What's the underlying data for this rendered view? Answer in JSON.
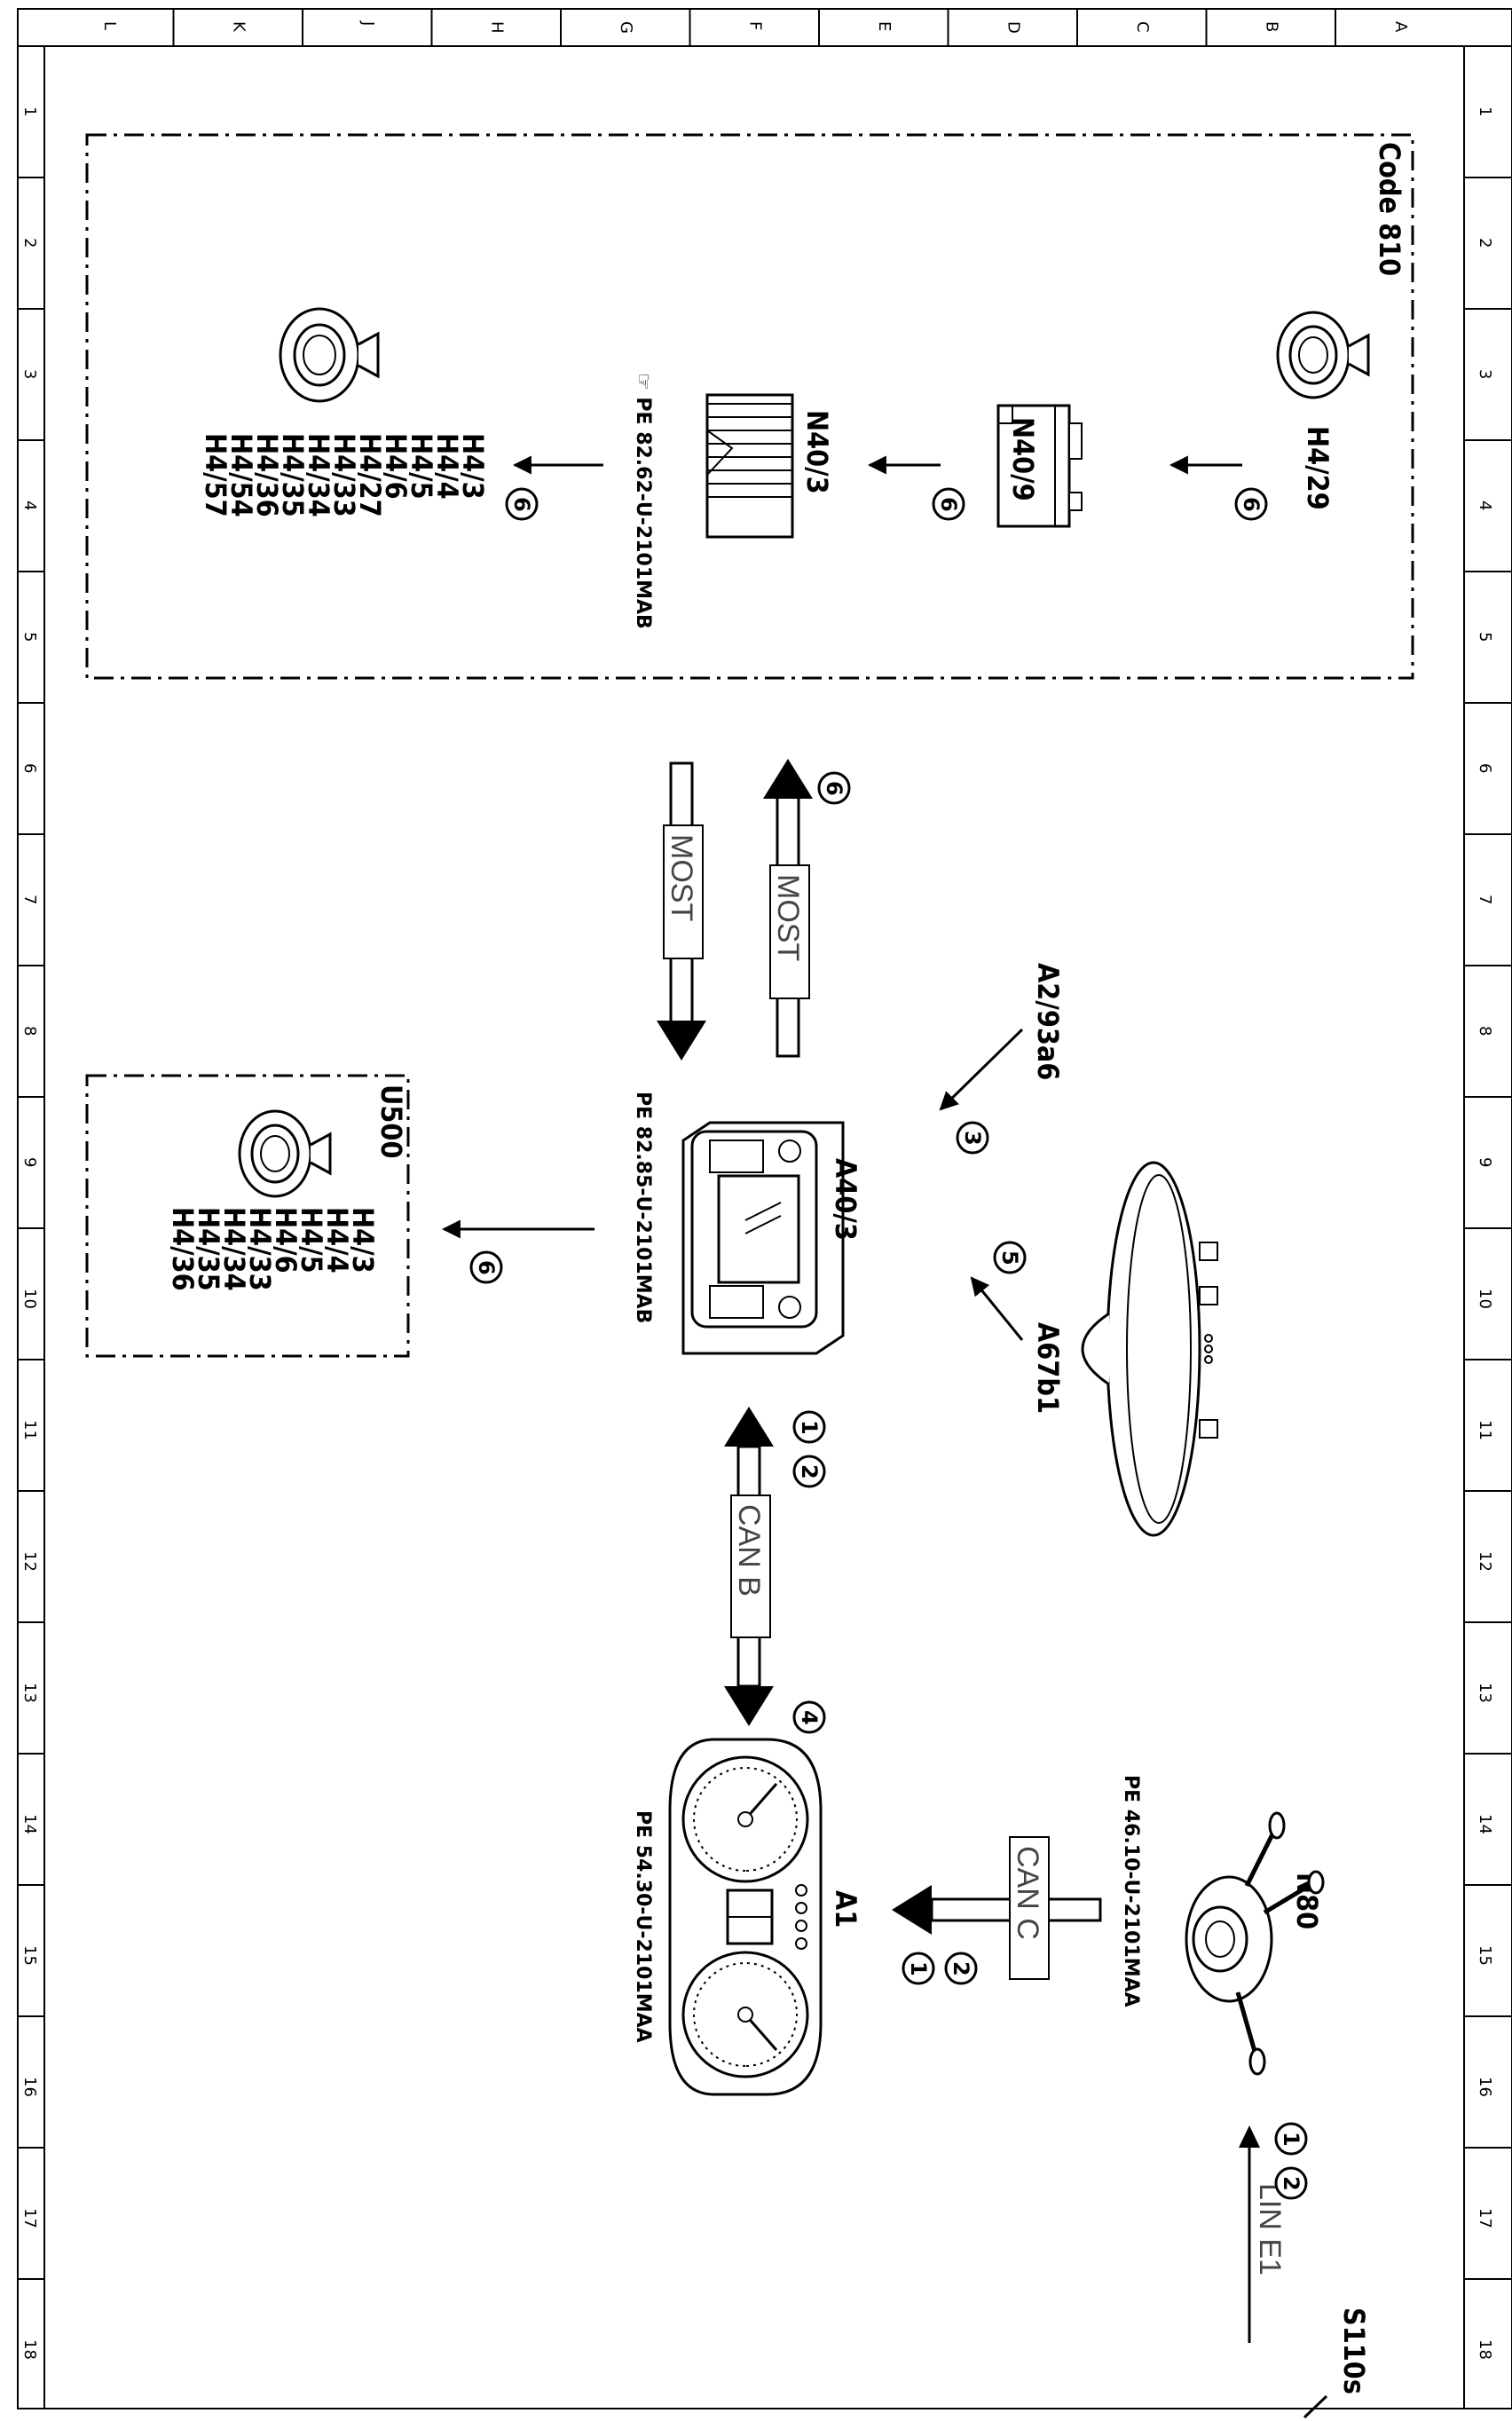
{
  "frame": {
    "col_letters": [
      "L",
      "K",
      "J",
      "H",
      "G",
      "F",
      "E",
      "D",
      "C",
      "B",
      "A"
    ],
    "row_numbers": [
      "1",
      "2",
      "3",
      "4",
      "5",
      "6",
      "7",
      "8",
      "9",
      "10",
      "11",
      "12",
      "13",
      "14",
      "15",
      "16",
      "17",
      "18"
    ]
  },
  "code_box": {
    "title": "Code 810",
    "h4_29": "H4/29",
    "n40_9": "N40/9",
    "n40_3": "N40/3",
    "ref": "PE 82.62-U-2101MAB",
    "speakers": [
      "H4/3",
      "H4/4",
      "H4/5",
      "H4/6",
      "H4/27",
      "H4/33",
      "H4/34",
      "H4/35",
      "H4/36",
      "H4/54",
      "H4/57"
    ]
  },
  "most": {
    "label_a": "MOST",
    "label_b": "MOST"
  },
  "a40_3": {
    "label": "A40/3",
    "ref": "PE 82.85-U-2101MAB"
  },
  "u500_box": {
    "title": "U500",
    "speakers": [
      "H4/3",
      "H4/4",
      "H4/5",
      "H4/6",
      "H4/33",
      "H4/34",
      "H4/35",
      "H4/36"
    ]
  },
  "a2_93a6": {
    "label": "A2/93a6"
  },
  "a67b1": {
    "label": "A67b1"
  },
  "can_b": {
    "label": "CAN B"
  },
  "can_c": {
    "label": "CAN C"
  },
  "n80": {
    "label": "N80",
    "ref": "PE 46.10-U-2101MAA"
  },
  "a1": {
    "label": "A1",
    "ref": "PE 54.30-U-2101MAA"
  },
  "lin": {
    "label": "LIN E1"
  },
  "s110s": {
    "label": "S110s"
  },
  "markers": {
    "m1": "1",
    "m2": "2",
    "m3": "3",
    "m4": "4",
    "m5": "5",
    "m6": "6"
  }
}
